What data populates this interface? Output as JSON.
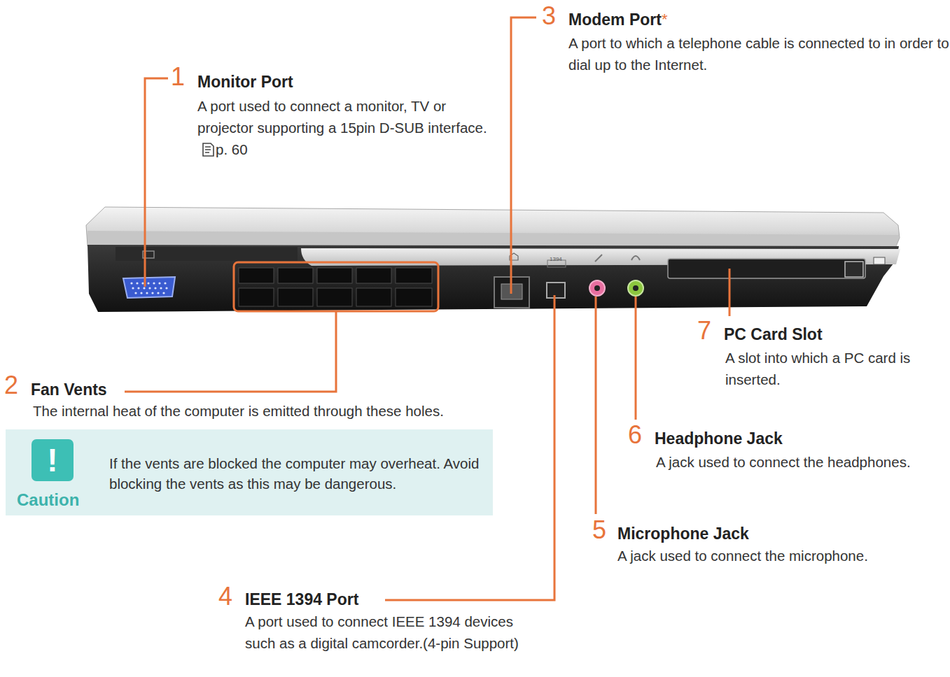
{
  "diagram": {
    "nodes": [
      {
        "text": [
          "Caution",
          "If the vents are blocked the computer may overheat. Avoid blocking the vents as this may be dangerous."
        ]
      },
      {
        "text": [
          "!"
        ],
        "in": 0
      }
    ],
    "labels": [
      "1",
      "Monitor Port",
      "A port used to connect a monitor, TV or projector supporting a 15pin D-SUB interface.",
      "p. 60",
      "3",
      "Modem Port",
      "*",
      "A port to which a telephone cable is connected to in order to dial up to the Internet.",
      "2",
      "Fan Vents",
      "The internal heat of the computer is emitted through these holes.",
      "4",
      "IEEE 1394 Port",
      "A port used to connect IEEE 1394 devices such as a digital camcorder.(4-pin Support)",
      "5",
      "Microphone Jack",
      "A jack used to connect the microphone.",
      "6",
      "Headphone Jack",
      "A jack used to connect the headphones.",
      "7",
      "PC Card Slot",
      "A slot into which a PC card is inserted.",
      "1394"
    ]
  }
}
